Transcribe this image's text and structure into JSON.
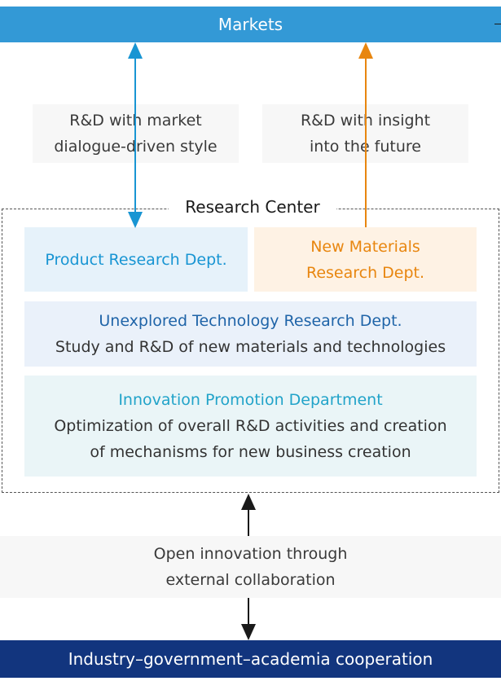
{
  "markets": {
    "label": "Markets"
  },
  "left_connector": {
    "line1": "R&D with market",
    "line2": "dialogue-driven style"
  },
  "right_connector": {
    "line1": "R&D with insight",
    "line2": "into the future"
  },
  "research_center": {
    "title": "Research Center"
  },
  "departments": {
    "product": {
      "label": "Product Research Dept."
    },
    "materials": {
      "line1": "New Materials",
      "line2": "Research Dept."
    },
    "unexplored": {
      "title": "Unexplored Technology Research Dept.",
      "desc": "Study and R&D of new materials and technologies"
    },
    "innovation": {
      "title": "Innovation Promotion Department",
      "desc_line1": "Optimization of overall R&D activities and creation",
      "desc_line2": "of mechanisms for new business creation"
    }
  },
  "open_innovation": {
    "line1": "Open innovation through",
    "line2": "external collaboration"
  },
  "industry": {
    "label": "Industry–government–academia cooperation"
  },
  "colors": {
    "markets_blue": "#3399d6",
    "product_blue": "#1895d3",
    "materials_orange": "#e8860f",
    "unexplored_navy": "#1f64a8",
    "innovation_teal": "#21a3c9",
    "industry_navy": "#12357e"
  }
}
